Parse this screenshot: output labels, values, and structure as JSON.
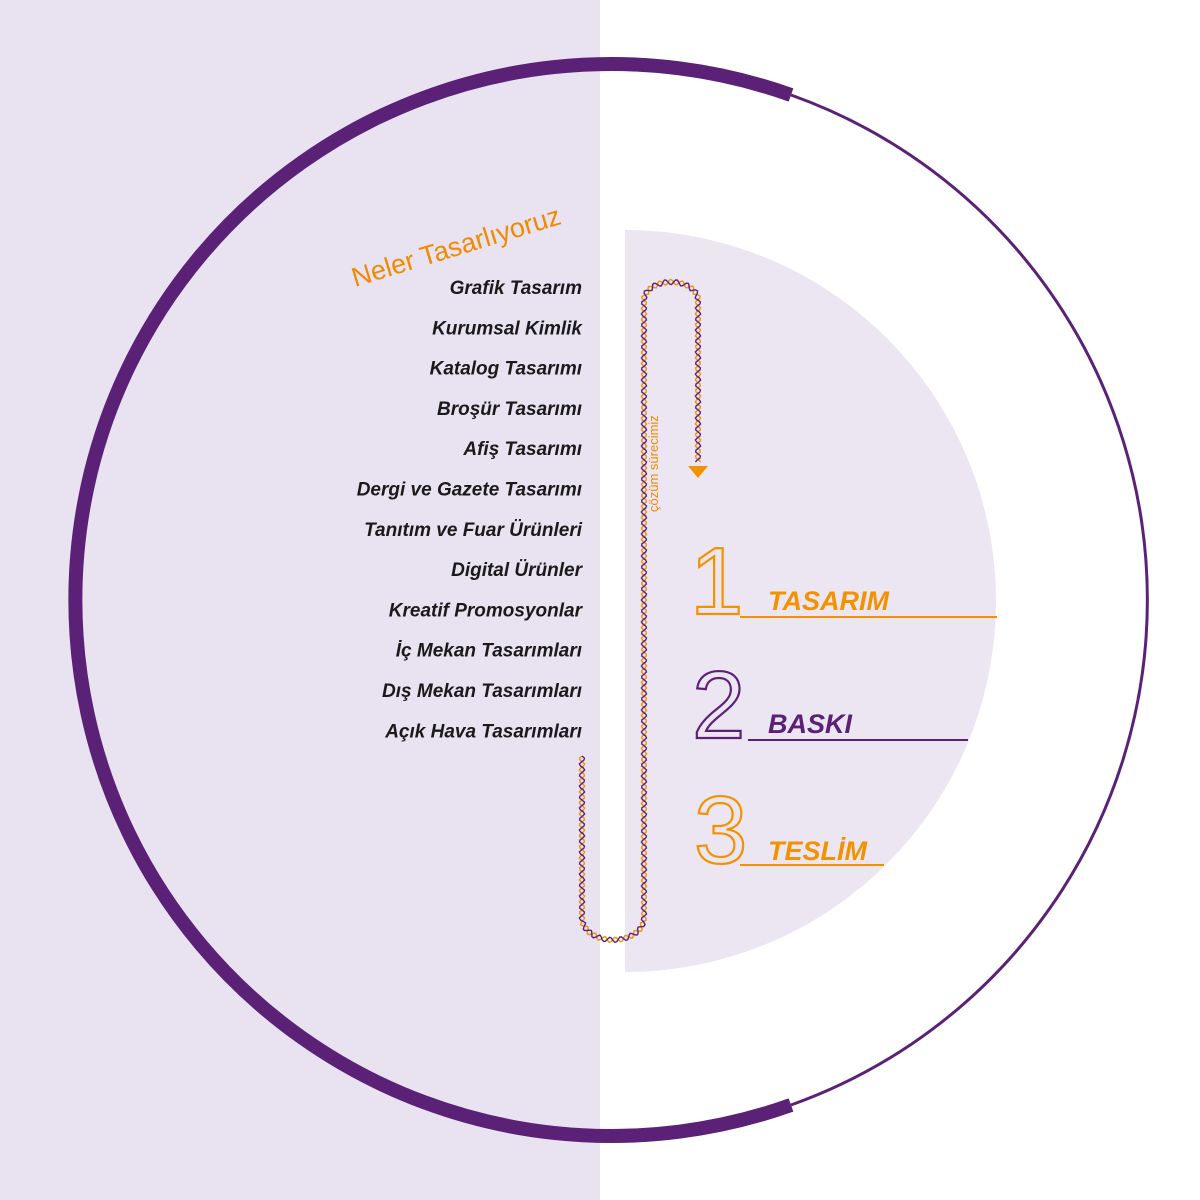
{
  "heading": "Neler Tasarlıyoruz",
  "services": [
    "Grafik Tasarım",
    "Kurumsal Kimlik",
    "Katalog Tasarımı",
    "Broşür Tasarımı",
    "Afiş Tasarımı",
    "Dergi ve Gazete Tasarımı",
    "Tanıtım ve Fuar Ürünleri",
    "Digital Ürünler",
    "Kreatif Promosyonlar",
    "İç Mekan Tasarımları",
    "Dış Mekan Tasarımları",
    "Açık Hava Tasarımları"
  ],
  "process_label": "çözüm sürecimiz",
  "steps": [
    {
      "number": "1",
      "label": "TASARIM",
      "color": "#f39200"
    },
    {
      "number": "2",
      "label": "BASKI",
      "color": "#5b2177"
    },
    {
      "number": "3",
      "label": "TESLİM",
      "color": "#f39200"
    }
  ],
  "colors": {
    "purple": "#5b2177",
    "orange": "#f39200",
    "lavender": "#e8e2f1"
  }
}
